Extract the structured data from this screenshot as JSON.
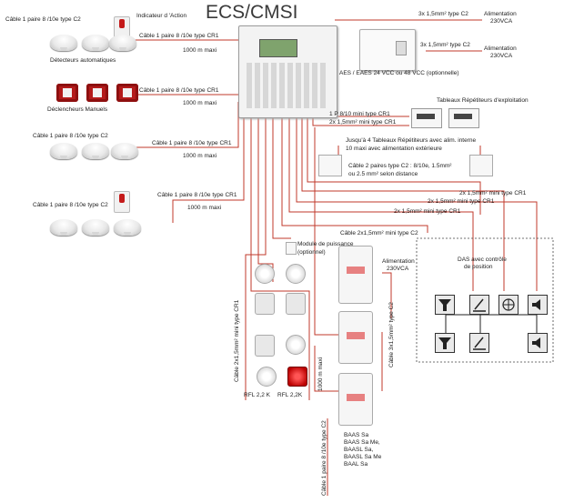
{
  "title": "ECS/CMSI",
  "labels": {
    "cable_top_left": "Câble 1 paire 8 /10e type C2",
    "indicateur": "Indicateur d 'Action",
    "cable_cr1_1": "Câble 1 paire 8 /10e type CR1",
    "maxi_1": "1000 m maxi",
    "detecteurs": "Détecteurs automatiques",
    "cable_cr1_2": "Câble 1 paire 8 /10e type CR1",
    "maxi_2": "1000 m maxi",
    "declencheurs": "Déclencheurs Manuels",
    "cable_c2_2": "Câble 1 paire 8 /10e type C2",
    "cable_cr1_3": "Câble 1 paire 8 /10e type CR1",
    "maxi_3": "1000 m maxi",
    "cable_c2_3": "Câble 1 paire 8 /10e type C2",
    "cable_cr1_4": "Câble 1 paire 8 /10e type CR1",
    "maxi_4": "1000 m maxi",
    "c2_top1": "3x 1,5mm² type C2",
    "alim_top1": "Alimentation",
    "alim_top1_v": "230VCA",
    "c2_top2": "3x 1,5mm² type C2",
    "alim_top2": "Alimentation",
    "alim_top2_v": "230VCA",
    "aes": "AES / EAES 24 VCC ou 48 VCC (optionnelle)",
    "tableaux_exploit": "Tableaux Répétiteurs d'exploitation",
    "p810_cr1": "1 P 8/10 mini type CR1",
    "c15_cr1_a": "2x 1,5mm² mini type CR1",
    "jusqua": "Jusqu'à 4 Tableaux Répétiteurs  avec alim. interne",
    "dix_maxi": "10 maxi avec alimentation extérieure",
    "c2_paires": "Câble 2 paires type C2 : 8/10e, 1.5mm²",
    "c2_paires_b": "ou 2.5 mm² selon distance",
    "c15_cr1_b": "2x 1,5mm² mini type CR1",
    "c15_cr1_c": "2x 1,5mm² mini type CR1",
    "c15_cr1_d": "2x 1,5mm² mini type CR1",
    "cable_2x15_c2": "Câble 2x1,5mm² mini type C2",
    "module_puissance": "Module de puissance",
    "optionnel": "(optionnel)",
    "alim_230": "Alimentation",
    "alim_230_v": "230VCA",
    "das": "DAS avec contrôle",
    "das_b": "de position",
    "cable_vert_cr1": "Câble 2x1,5mm² mini type CR1",
    "rfl1": "RFL 2,2 K",
    "rfl2": "RFL 2,2K",
    "maxi_vert": "1000 m maxi",
    "cable_vert_c2": "Câble 3x1,5mm² type C2",
    "baas_list": [
      "BAAS Sa",
      "BAAS Sa Me,",
      "BAASL Sa,",
      "BAASL Sa Me",
      "BAAL Sa"
    ],
    "cable_bottom_vert": "Câble 1 paire 8 /10e type C2"
  },
  "colors": {
    "wire_red": "#c0392b",
    "wire_black": "#222222"
  }
}
